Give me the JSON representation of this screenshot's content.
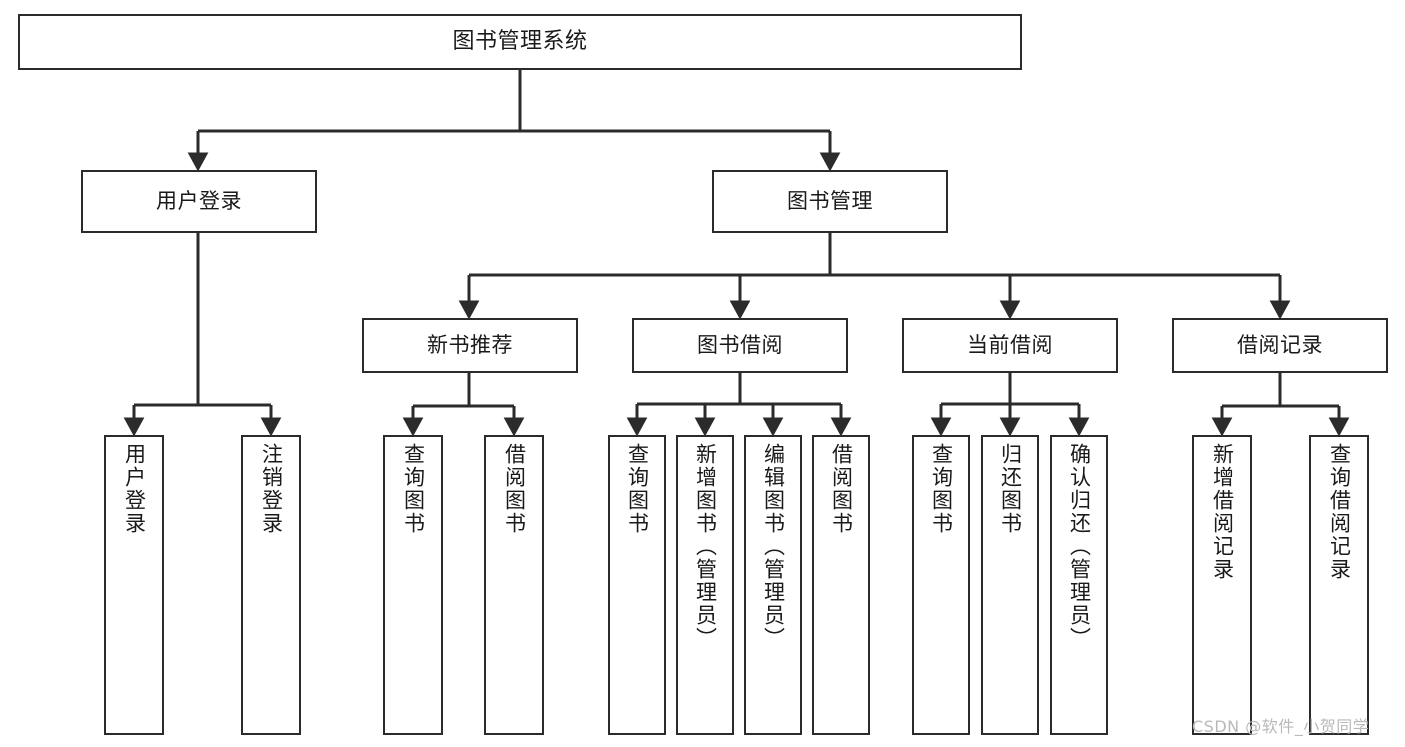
{
  "diagram": {
    "title": "图书管理系统",
    "watermark": "CSDN @软件_小贺同学",
    "nodes": {
      "root": {
        "label": "图书管理系统"
      },
      "tier2": [
        {
          "label": "用户登录"
        },
        {
          "label": "图书管理"
        }
      ],
      "tier3": [
        {
          "label": "新书推荐"
        },
        {
          "label": "图书借阅"
        },
        {
          "label": "当前借阅"
        },
        {
          "label": "借阅记录"
        }
      ],
      "leaves": {
        "user_login": [
          {
            "label": "用户登录"
          },
          {
            "label": "注销登录"
          }
        ],
        "new_book": [
          {
            "label": "查询图书"
          },
          {
            "label": "借阅图书"
          }
        ],
        "book_borrow": [
          {
            "label": "查询图书"
          },
          {
            "label": "新增图书（管理员）"
          },
          {
            "label": "编辑图书（管理员）"
          },
          {
            "label": "借阅图书"
          }
        ],
        "current_borrow": [
          {
            "label": "查询图书"
          },
          {
            "label": "归还图书"
          },
          {
            "label": "确认归还（管理员）"
          }
        ],
        "borrow_record": [
          {
            "label": "新增借阅记录"
          },
          {
            "label": "查询借阅记录"
          }
        ]
      }
    },
    "colors": {
      "stroke": "#2b2b2b",
      "fill": "#ffffff",
      "text": "#1a1a1a",
      "watermark": "#b9b9b9"
    }
  }
}
